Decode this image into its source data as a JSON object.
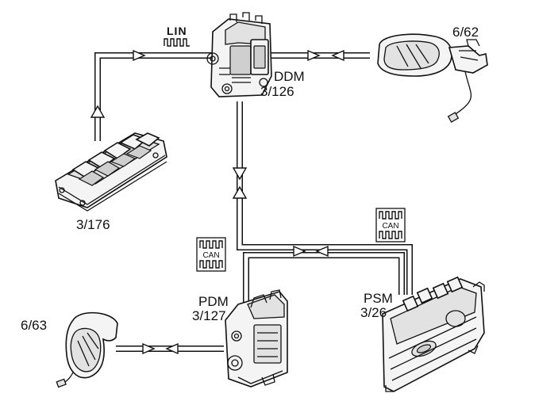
{
  "labels": {
    "ddm_name": "DDM",
    "ddm_code": "3/126",
    "pdm_name": "PDM",
    "pdm_code": "3/127",
    "psm_name": "PSM",
    "psm_code": "3/26",
    "switch_code": "3/176",
    "mirror_right_code": "6/62",
    "mirror_left_code": "6/63"
  },
  "bus_badges": {
    "lin_text": "LIN",
    "can_left_text": "CAN",
    "can_right_text": "CAN"
  },
  "colors": {
    "line": "#111111",
    "fill": "#ffffff"
  }
}
